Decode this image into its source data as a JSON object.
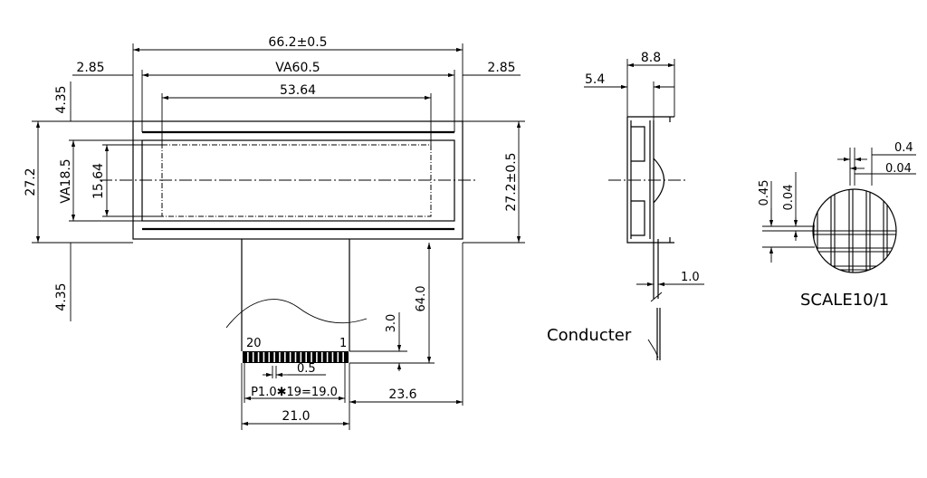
{
  "front_view": {
    "overall_width": "66.2±0.5",
    "view_area_width": "VA60.5",
    "active_area_width": "53.64",
    "left_margin": "2.85",
    "right_margin": "2.85",
    "top_offset": "4.35",
    "bottom_offset": "4.35",
    "overall_height": "27.2",
    "view_area_height": "VA18.5",
    "active_area_height": "15.64",
    "overall_height_tol": "27.2±0.5",
    "cable_length": "64.0",
    "tail_offset": "3.0",
    "pin_20": "20",
    "pin_1": "1",
    "pin_width": "0.5",
    "pitch": "P1.0✱19=19.0",
    "tail_width": "21.0",
    "tail_right_offset": "23.6"
  },
  "side_view": {
    "thickness": "8.8",
    "offset": "5.4",
    "conductor_thickness": "1.0",
    "conductor_label": "Conducter"
  },
  "detail_view": {
    "dim_0_4": "0.4",
    "dim_0_04_top": "0.04",
    "dim_0_45": "0.45",
    "dim_0_04_side": "0.04",
    "scale": "SCALE10/1"
  }
}
